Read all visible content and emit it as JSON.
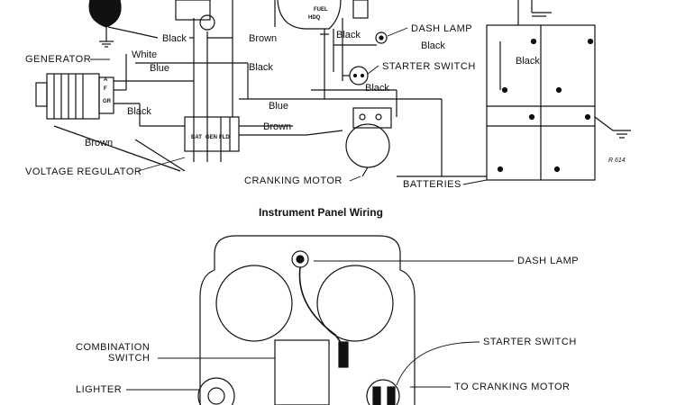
{
  "upper_diagram": {
    "components": {
      "generator": "GENERATOR",
      "voltage_regulator": "VOLTAGE REGULATOR",
      "dash_lamp": "DASH LAMP",
      "starter_switch": "STARTER SWITCH",
      "cranking_motor": "CRANKING MOTOR",
      "batteries": "BATTERIES"
    },
    "wire_colors": {
      "black_1": "Black",
      "brown_1": "Brown",
      "black_2": "Black",
      "black_3": "Black",
      "white": "White",
      "blue_1": "Blue",
      "black_4": "Black",
      "black_gen": "Black",
      "black_5": "Black",
      "blue_2": "Blue",
      "brown_2": "Brown",
      "brown_3": "Brown"
    },
    "terminal_marks": {
      "gauge_code": "HDQ",
      "gauge_fuel": "FUEL",
      "gen_a": "A",
      "gen_f": "F",
      "gen_gr": "GR",
      "reg_bat": "BAT",
      "reg_gen": "GEN",
      "reg_fld": "FLD"
    },
    "figure_code": "R 614"
  },
  "section_title": "Instrument Panel Wiring",
  "lower_diagram": {
    "labels": {
      "dash_lamp": "DASH LAMP",
      "combination_switch_line1": "COMBINATION",
      "combination_switch_line2": "SWITCH",
      "starter_switch": "STARTER SWITCH",
      "lighter": "LIGHTER",
      "to_cranking_motor": "TO CRANKING MOTOR"
    }
  },
  "colors": {
    "ink": "#111111",
    "background": "#ffffff"
  }
}
